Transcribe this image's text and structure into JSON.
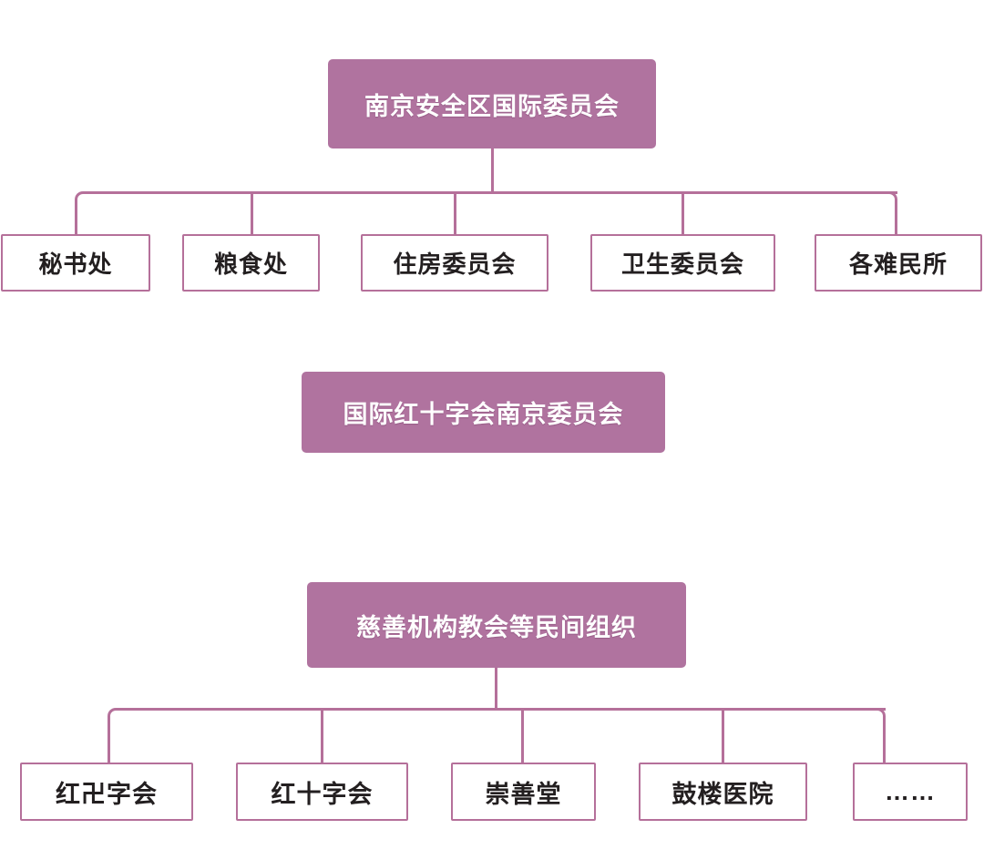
{
  "diagram": {
    "title_block_1": "南京安全区国际委员会",
    "title_block_2": "国际红十字会南京委员会",
    "title_block_3": "慈善机构教会等民间组织",
    "group_1_children": [
      {
        "label": "秘书处"
      },
      {
        "label": "粮食处"
      },
      {
        "label": "住房委员会"
      },
      {
        "label": "卫生委员会"
      },
      {
        "label": "各难民所"
      }
    ],
    "group_3_children": [
      {
        "label": "红卍字会"
      },
      {
        "label": "红十字会"
      },
      {
        "label": "崇善堂"
      },
      {
        "label": "鼓楼医院"
      },
      {
        "label": "……"
      }
    ],
    "colors": {
      "node_fill": "#b0739f",
      "connector": "#b5709a",
      "node_border": "#b5709a",
      "node_text_dark": "#231f20",
      "node_text_light": "#ffffff",
      "background": "#ffffff"
    }
  }
}
